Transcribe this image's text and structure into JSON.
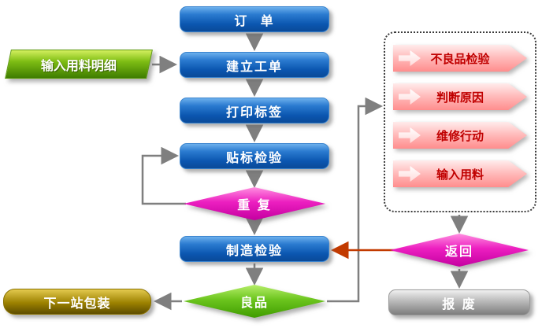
{
  "nodes": {
    "order": "订  单",
    "input_material_detail": "输入用料明细",
    "create_work_order": "建立工单",
    "print_label": "打印标签",
    "label_inspection": "贴标检验",
    "repeat": "重 复",
    "manufacturing_inspection": "制造检验",
    "good_product": "良品",
    "next_station_packaging": "下一站包装",
    "return_node": "返回",
    "scrap": "报 废"
  },
  "rework_box": {
    "items": [
      "不良品检验",
      "判断原因",
      "维修行动",
      "输入用料"
    ]
  },
  "colors": {
    "process_blue": "#0b56b0",
    "diamond_magenta": "#d400a8",
    "diamond_green": "#54b00c",
    "input_green": "#7fbe14",
    "terminator_olive": "#9c8100",
    "scrap_gray": "#9a9a9a",
    "ribbon_pink": "#ffb9b9",
    "ribbon_text_red": "#c00000",
    "connector_gray": "#7f7f7f",
    "connector_red": "#c23a00"
  }
}
